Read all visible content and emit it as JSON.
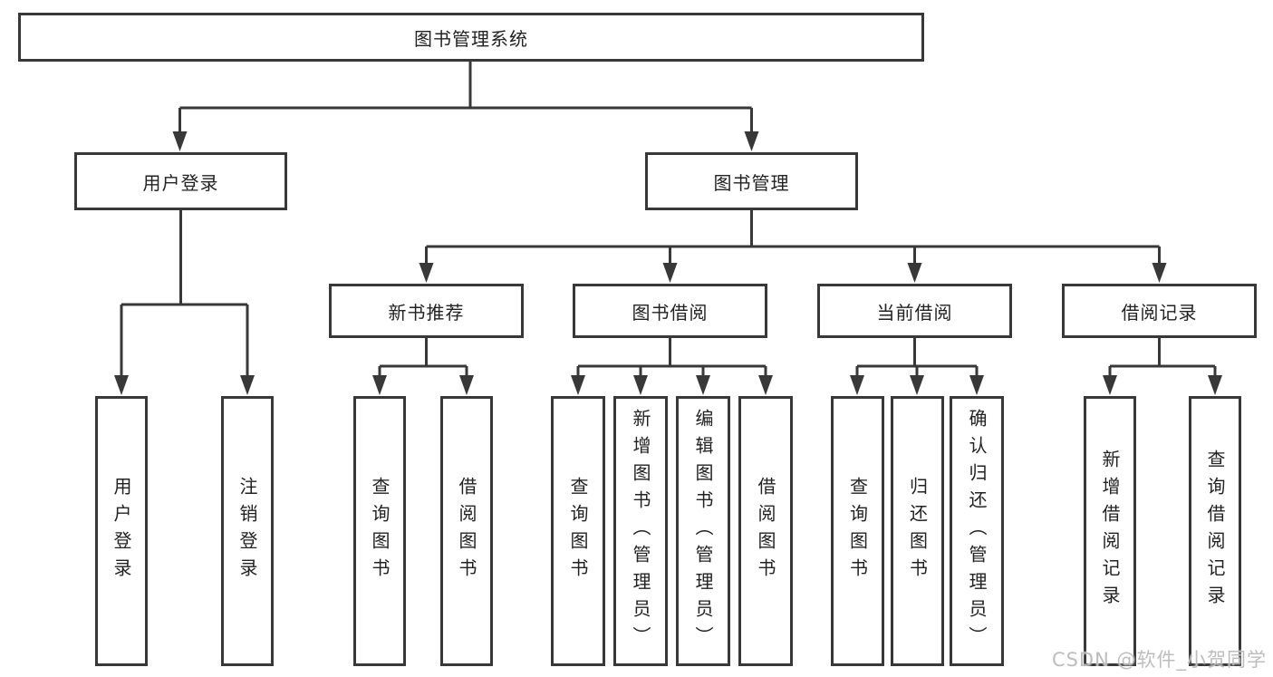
{
  "colors": {
    "background": "#ffffff",
    "line": "#383838",
    "box_border": "#383838",
    "text": "#222222",
    "watermark": "#b9b9b9"
  },
  "diagram": {
    "type": "tree",
    "root": {
      "label": "图书管理系统"
    },
    "branches": [
      {
        "label": "用户登录",
        "children": [
          {
            "label": "用户登录"
          },
          {
            "label": "注销登录"
          }
        ]
      },
      {
        "label": "图书管理",
        "children": [
          {
            "label": "新书推荐",
            "children": [
              {
                "label": "查询图书"
              },
              {
                "label": "借阅图书"
              }
            ]
          },
          {
            "label": "图书借阅",
            "children": [
              {
                "label": "查询图书"
              },
              {
                "label": "新增图书（管理员）"
              },
              {
                "label": "编辑图书（管理员）"
              },
              {
                "label": "借阅图书"
              }
            ]
          },
          {
            "label": "当前借阅",
            "children": [
              {
                "label": "查询图书"
              },
              {
                "label": "归还图书"
              },
              {
                "label": "确认归还（管理员）"
              }
            ]
          },
          {
            "label": "借阅记录",
            "children": [
              {
                "label": "新增借阅记录"
              },
              {
                "label": "查询借阅记录"
              }
            ]
          }
        ]
      }
    ]
  },
  "watermark": {
    "text": "CSDN @软件_小贺同学"
  }
}
